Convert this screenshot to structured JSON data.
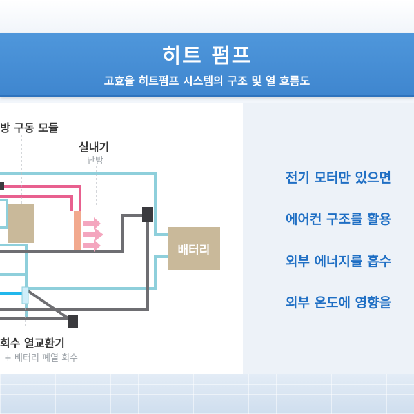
{
  "header": {
    "title": "히트 펌프",
    "subtitle": "고효율 히트펌프 시스템의 구조 및 열 흐름도"
  },
  "diagram": {
    "label_module": "방 구동 모듈",
    "label_indoor": "실내기",
    "label_indoor_sub": "난방",
    "label_battery": "배터리",
    "label_exchanger": "회수 열교환기",
    "label_exchanger_sub": "+ 배터리 폐열 회수"
  },
  "points": [
    "전기 모터만 있으면",
    "에어컨 구조를 활용",
    "외부 에너지를 흡수",
    "외부 온도에 영향을"
  ],
  "colors": {
    "banner": "#4a90d9",
    "coolant_line": "#8ecfdb",
    "hot_line": "#e8608f",
    "dark_line": "#6e6e72",
    "component": "#c9b99a",
    "accent_text": "#1f6fc4"
  }
}
